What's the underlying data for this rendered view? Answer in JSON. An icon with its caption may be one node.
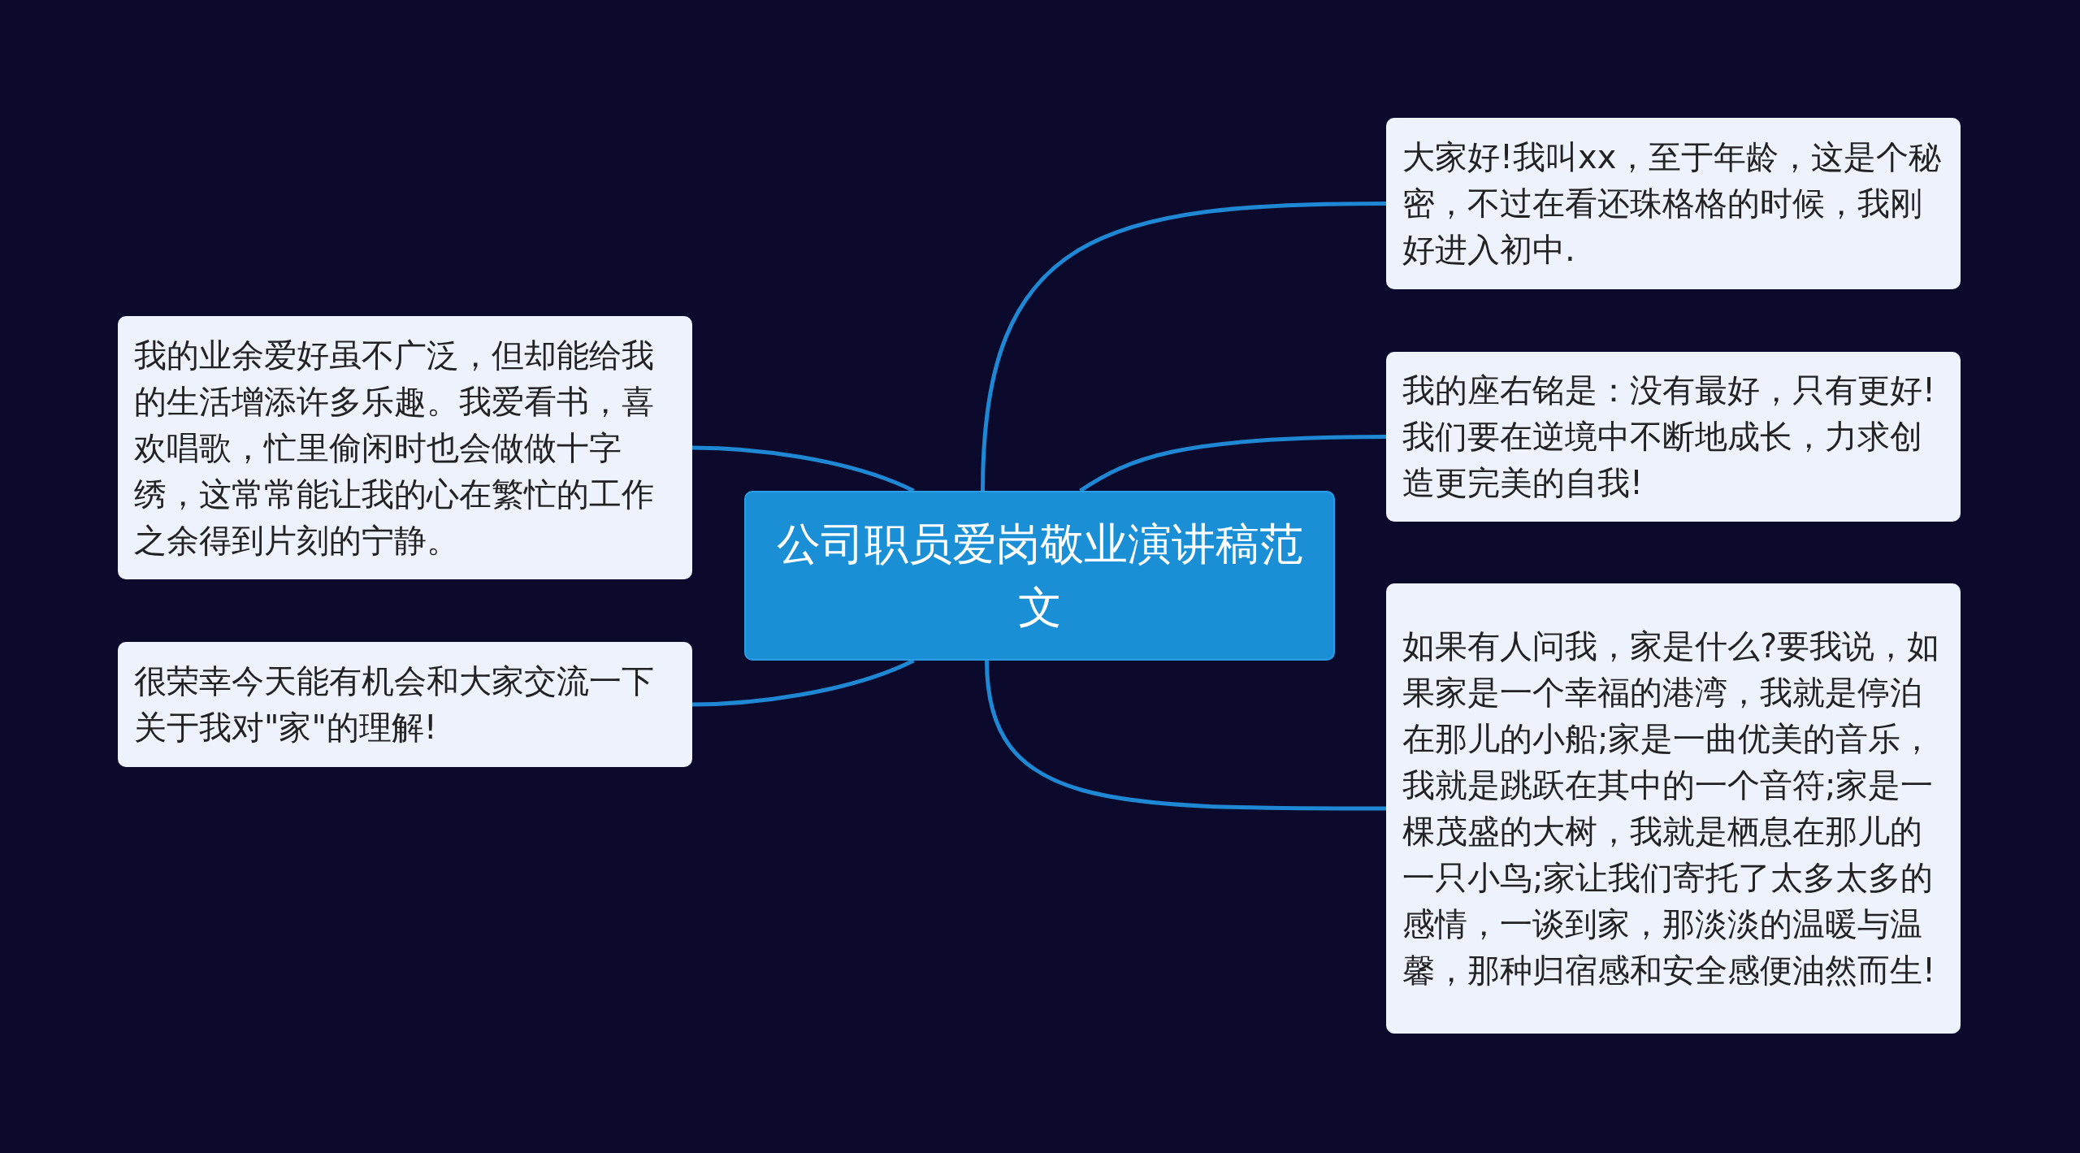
{
  "diagram": {
    "nodes": [
      {
        "text": [
          "公司职员爱岗敬业演讲稿范文"
        ]
      },
      {
        "text": [
          "我的业余爱好虽不广泛，但却能给我的生活增添许多乐趣。我爱看书，喜欢唱歌，忙里偷闲时也会做做十字绣，这常常能让我的心在繁忙的工作之余得到片刻的宁静。"
        ]
      },
      {
        "text": [
          "很荣幸今天能有机会和大家交流一下关于我对\"家\"的理解!"
        ]
      },
      {
        "text": [
          "大家好!我叫xx，至于年龄，这是个秘密，不过在看还珠格格的时候，我刚好进入初中."
        ]
      },
      {
        "text": [
          "我的座右铭是：没有最好，只有更好!我们要在逆境中不断地成长，力求创造更完美的自我!"
        ]
      },
      {
        "text": [
          "如果有人问我，家是什么?要我说，如果家是一个幸福的港湾，我就是停泊在那儿的小船;家是一曲优美的音乐，我就是跳跃在其中的一个音符;家是一棵茂盛的大树，我就是栖息在那儿的一只小鸟;家让我们寄托了太多太多的感情，一谈到家，那淡淡的温暖与温馨，那种归宿感和安全感便油然而生!"
        ]
      }
    ],
    "edges": [
      {
        "from": 0,
        "to": 1,
        "arrow": "none"
      },
      {
        "from": 0,
        "to": 2,
        "arrow": "none"
      },
      {
        "from": 0,
        "to": 3,
        "arrow": "none"
      },
      {
        "from": 0,
        "to": 4,
        "arrow": "none"
      },
      {
        "from": 0,
        "to": 5,
        "arrow": "none"
      }
    ]
  }
}
